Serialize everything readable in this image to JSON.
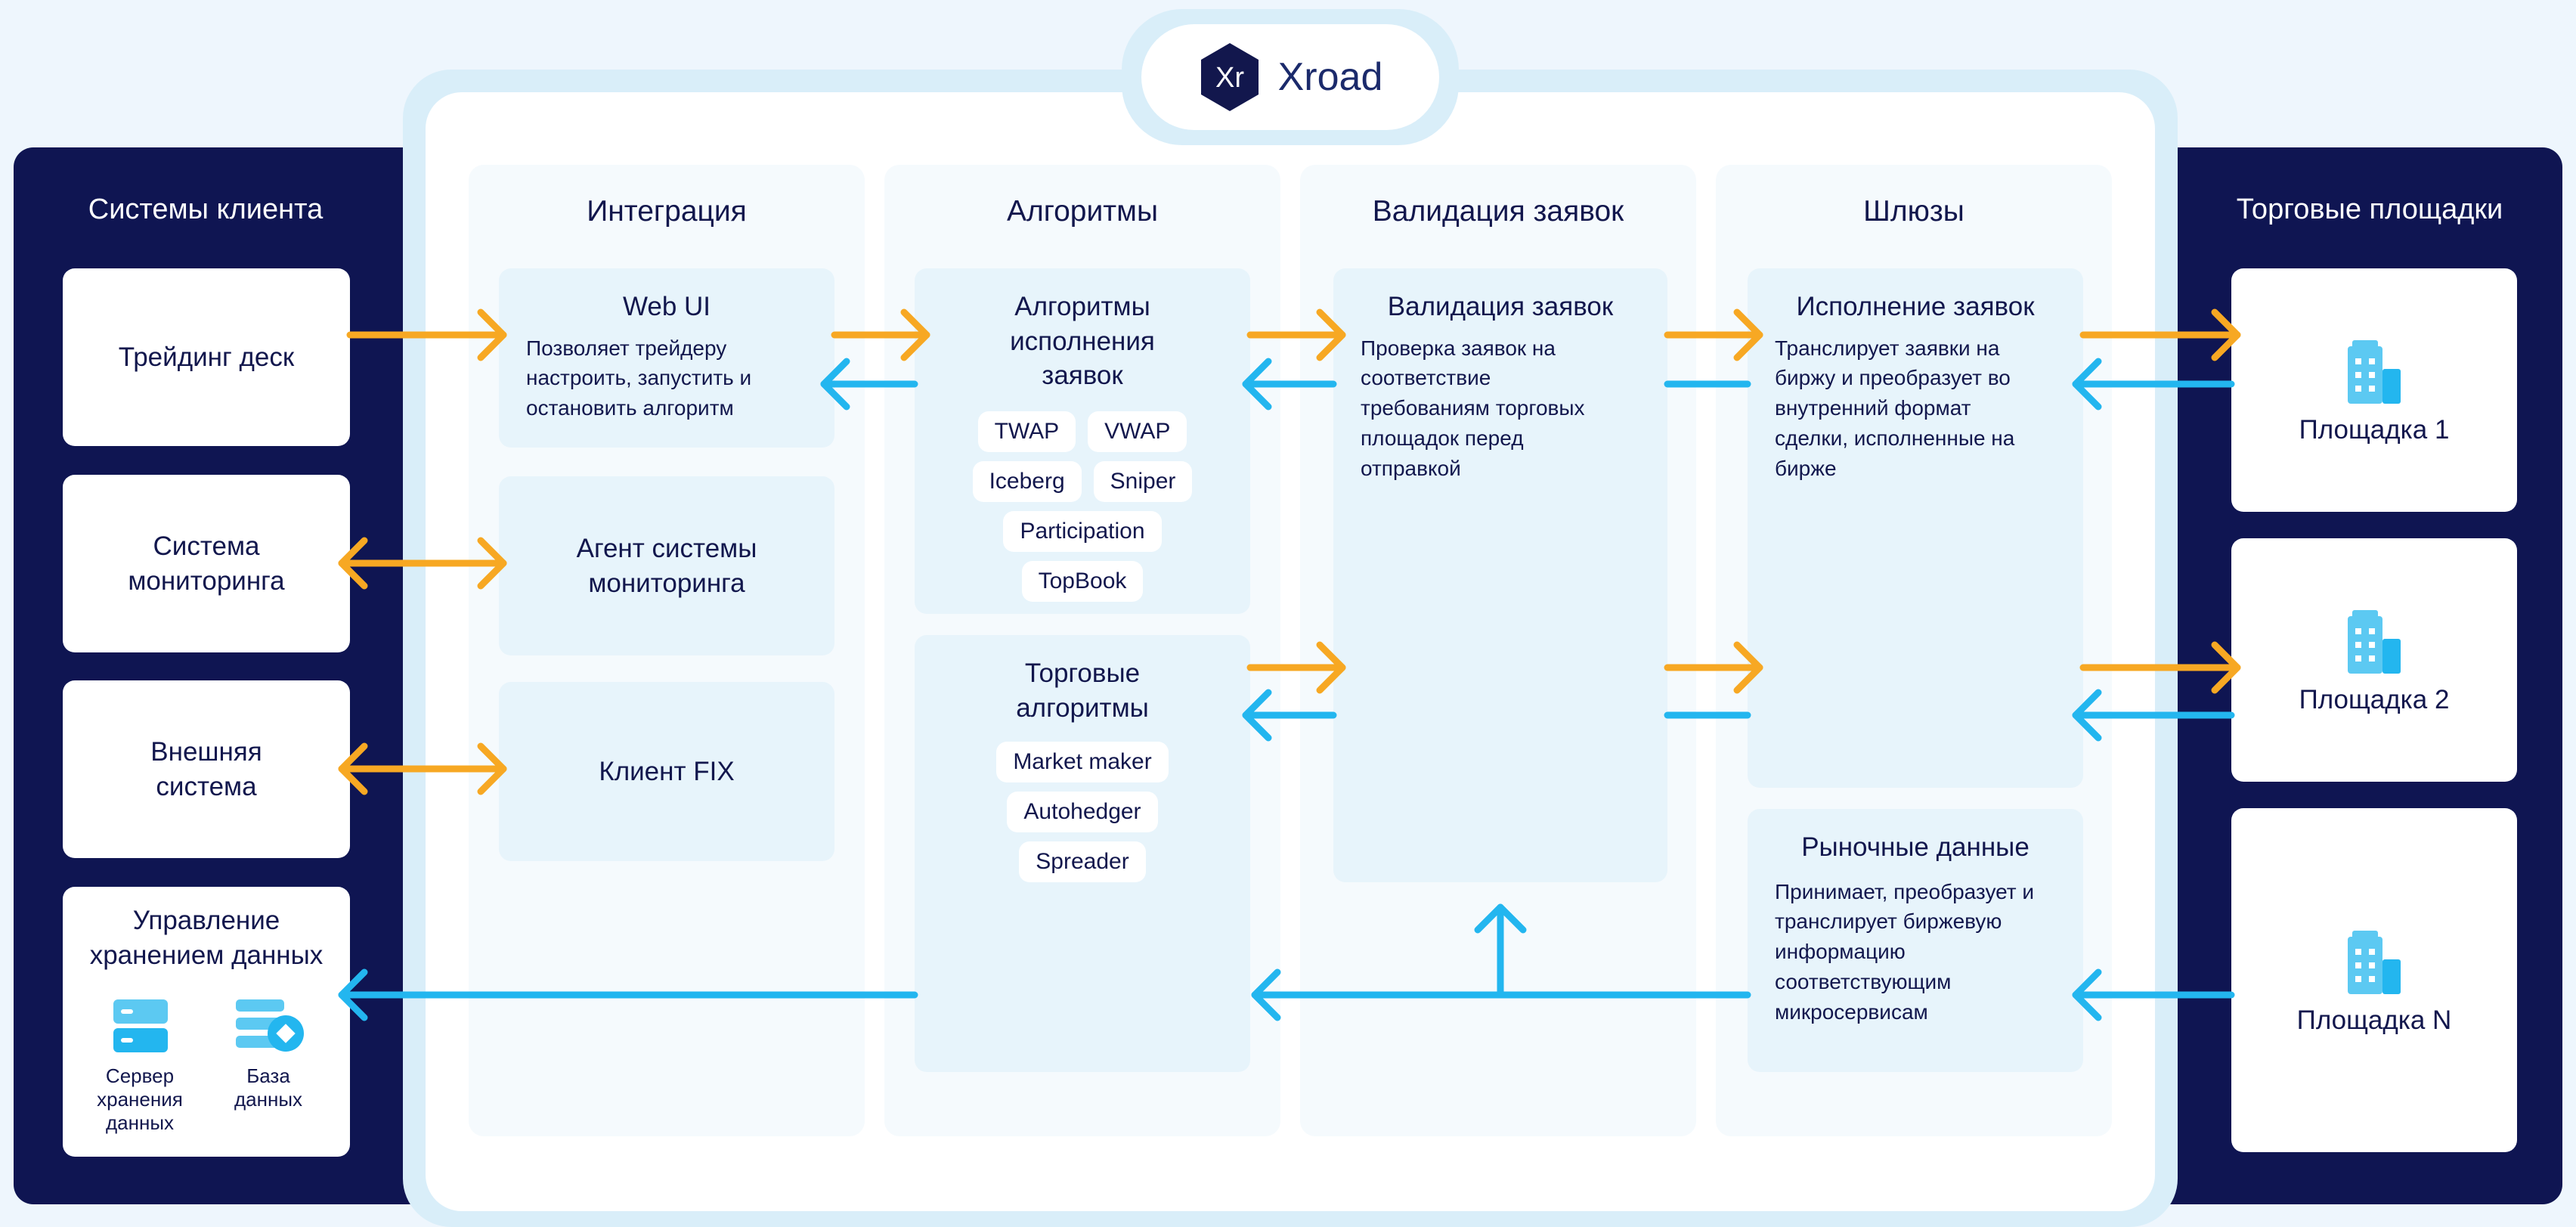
{
  "colors": {
    "navy": "#0f1552",
    "orange_arrow": "#f7a823",
    "blue_arrow": "#23b6ef",
    "frame": "#d9eef9",
    "box": "#e7f4fb"
  },
  "logo": {
    "badge": "Xr",
    "name": "Xroad"
  },
  "client_side": {
    "title": "Системы клиента",
    "cards": [
      "Трейдинг деск",
      "Система мониторинга",
      "Внешняя система"
    ],
    "storage": {
      "title": "Управление хранением данных",
      "items": [
        {
          "label": "Сервер хранения данных",
          "icon": "server-icon"
        },
        {
          "label": "База данных",
          "icon": "database-icon"
        }
      ]
    }
  },
  "columns": {
    "integration": {
      "title": "Интеграция",
      "webui": {
        "title": "Web UI",
        "desc": "Позволяет трейдеру настроить, запустить и остановить алгоритм"
      },
      "agent": "Агент системы мониторинга",
      "fix": "Клиент FIX"
    },
    "algorithms": {
      "title": "Алгоритмы",
      "execution": {
        "title": "Алгоритмы исполнения заявок",
        "chips": [
          [
            "TWAP",
            "VWAP"
          ],
          [
            "Iceberg",
            "Sniper"
          ],
          [
            "Participation"
          ],
          [
            "TopBook"
          ]
        ]
      },
      "trading": {
        "title": "Торговые алгоритмы",
        "chips": [
          "Market maker",
          "Autohedger",
          "Spreader"
        ]
      }
    },
    "validation": {
      "title": "Валидация заявок",
      "box": {
        "title": "Валидация заявок",
        "desc": "Проверка заявок на соответствие требованиям торговых площадок перед отправкой"
      }
    },
    "gateways": {
      "title": "Шлюзы",
      "execution": {
        "title": "Исполнение заявок",
        "desc": "Транслирует заявки на биржу и преобразует во внутренний формат сделки, исполненные на бирже"
      },
      "market_data": {
        "title": "Рыночные данные",
        "desc": "Принимает, преобразует и транслирует биржевую информацию соответствующим микросервисам"
      }
    }
  },
  "venues_side": {
    "title": "Торговые площадки",
    "cards": [
      "Площадка 1",
      "Площадка 2",
      "Площадка N"
    ],
    "icon": "building-icon"
  }
}
